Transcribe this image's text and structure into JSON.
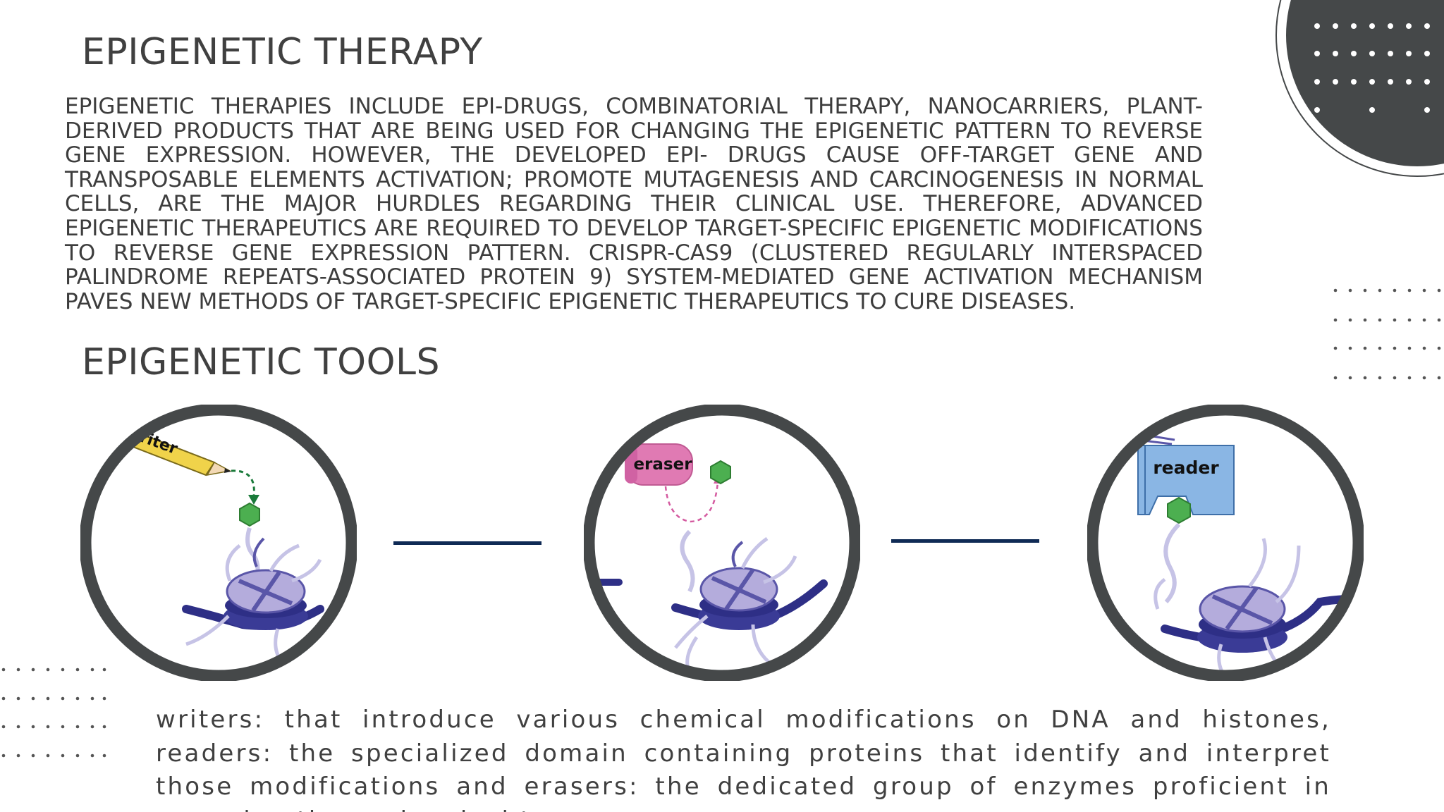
{
  "slide": {
    "title_therapy": "EPIGENETIC THERAPY",
    "therapy_text": "EPIGENETIC THERAPIES INCLUDE EPI-DRUGS, COMBINATORIAL THERAPY, NANOCARRIERS, PLANT-DERIVED PRODUCTS THAT ARE BEING USED FOR CHANGING THE EPIGENETIC PATTERN TO REVERSE GENE EXPRESSION. HOWEVER, THE DEVELOPED EPI- DRUGS CAUSE OFF-TARGET GENE AND TRANSPOSABLE ELEMENTS ACTIVATION; PROMOTE MUTAGENESIS AND CARCINOGENESIS IN NORMAL CELLS, ARE THE MAJOR HURDLES REGARDING THEIR CLINICAL USE. THEREFORE, ADVANCED EPIGENETIC THERAPEUTICS ARE REQUIRED TO DEVELOP TARGET-SPECIFIC EPIGENETIC MODIFICATIONS TO REVERSE GENE EXPRESSION PATTERN. CRISPR-CAS9 (CLUSTERED REGULARLY INTERSPACED PALINDROME REPEATS-ASSOCIATED PROTEIN 9) SYSTEM-MEDIATED GENE ACTIVATION MECHANISM PAVES NEW METHODS OF TARGET-SPECIFIC EPIGENETIC THERAPEUTICS TO CURE DISEASES.",
    "title_tools": "EPIGENETIC TOOLS",
    "caption": " writers: that introduce various chemical modifications on DNA and histones, readers: the specialized domain containing proteins that identify and interpret those modifications and erasers: the dedicated group of enzymes proficient in removing these chemical tags."
  },
  "tools": {
    "writer_label": "writer",
    "eraser_label": "eraser",
    "reader_label": "reader"
  },
  "colors": {
    "text": "#404040",
    "ring": "#454849",
    "connector": "#0f2a55",
    "nucleosome": "#2e2f86",
    "histone": "#b4acdc",
    "tail": "#c6c3e6",
    "mark": "#4caf50",
    "eraser": "#e07ab3",
    "reader": "#8ab6e4",
    "pencil": "#f0d34a"
  },
  "icons": [
    "writer-pencil-icon",
    "eraser-enzyme-icon",
    "reader-protein-icon",
    "methyl-mark-icon",
    "nucleosome-icon"
  ]
}
